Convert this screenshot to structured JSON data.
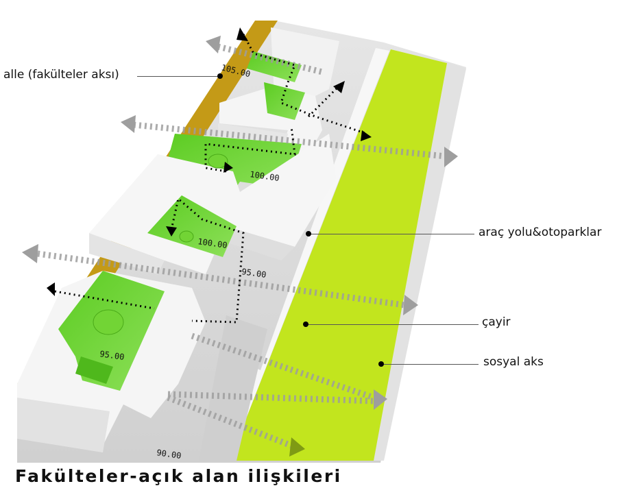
{
  "title": "Fakülteler-açık alan ilişkileri",
  "labels": {
    "alle": "alle (fakülteler aksı)",
    "road": "araç yolu&otoparklar",
    "meadow": "çayir",
    "social_axis": "sosyal aks"
  },
  "elevations": [
    "105.00",
    "100.00",
    "100.00",
    "95.00",
    "95.00",
    "90.00"
  ],
  "colors": {
    "alle": "#c49a17",
    "meadow": "#c2e51e",
    "courtyard": "#66d12a",
    "building": "#f4f4f4",
    "ground": "#d9d9d9",
    "arrow": "#9e9e9e"
  }
}
